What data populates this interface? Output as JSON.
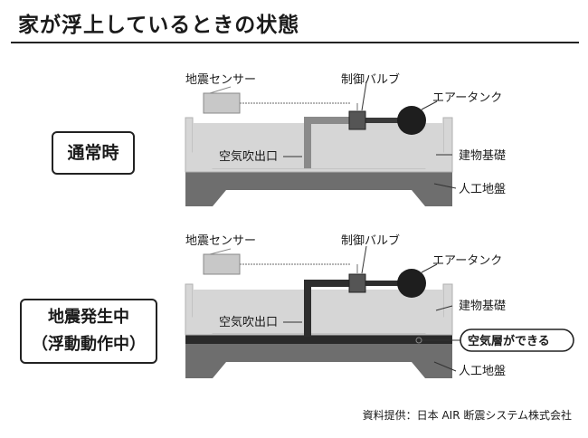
{
  "title": "家が浮上しているときの状態",
  "normal": {
    "label": "通常時",
    "sensor": "地震センサー",
    "valve": "制御バルブ",
    "tank": "エアータンク",
    "outlet": "空気吹出口",
    "foundation": "建物基礎",
    "ground": "人工地盤"
  },
  "quake": {
    "label_line1": "地震発生中",
    "label_line2": "（浮動動作中）",
    "sensor": "地震センサー",
    "valve": "制御バルブ",
    "tank": "エアータンク",
    "outlet": "空気吹出口",
    "foundation": "建物基礎",
    "air_layer": "空気層ができる",
    "ground": "人工地盤"
  },
  "credit": "資料提供：日本 AIR 断震システム株式会社",
  "colors": {
    "ground": "#6e6e6e",
    "foundation": "#d6d6d6",
    "pipe": "#3a3a3a",
    "tank": "#1e1e1e",
    "air_layer": "#2a2a2a",
    "sensor": "#c8c8c8"
  }
}
